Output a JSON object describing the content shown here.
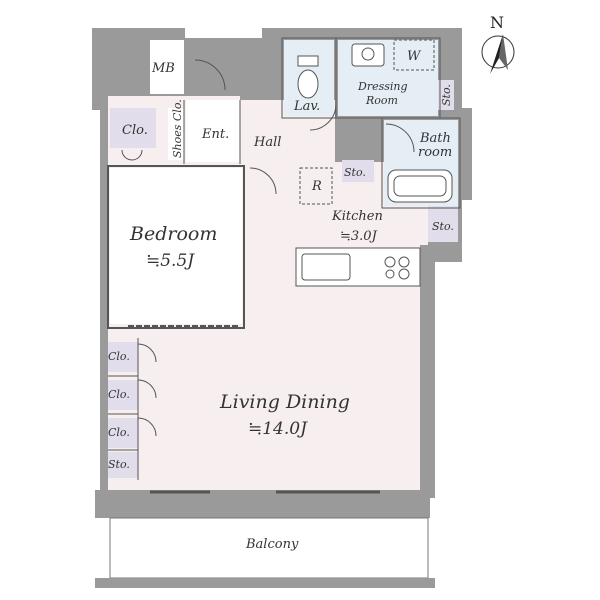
{
  "colors": {
    "wall": "#9a9a9a",
    "room": "#f6eeef",
    "wet": "#e4eef4",
    "storage": "#e2ddea",
    "floor_white": "#ffffff",
    "line": "#555555"
  },
  "compass": {
    "label": "N",
    "icon": "north-arrow-icon"
  },
  "rooms": {
    "mb": "MB",
    "entrance": "Ent.",
    "shoes_closet": "Shoes Clo.",
    "closet": "Clo.",
    "hall": "Hall",
    "lavatory": "Lav.",
    "dressing_w": "W",
    "dressing_room_1": "Dressing",
    "dressing_room_2": "Room",
    "storage": "Sto.",
    "bath_1": "Bath",
    "bath_2": "room",
    "refrigerator": "R",
    "kitchen": "Kitchen",
    "kitchen_area": "≒3.0J",
    "bedroom": "Bedroom",
    "bedroom_area": "≒5.5J",
    "living_dining": "Living Dining",
    "living_dining_area": "≒14.0J",
    "balcony": "Balcony"
  }
}
